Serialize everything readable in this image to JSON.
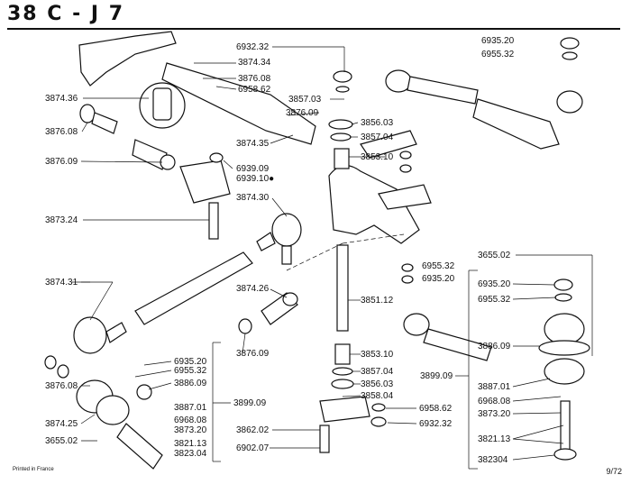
{
  "header": {
    "title": "38 C - J 7",
    "page_number": "9/72",
    "printed": "Printed in France"
  },
  "labels": [
    "6932.32",
    "3874.34",
    "3876.08",
    "6958.62",
    "3857.03",
    "3876.09",
    "3874.36",
    "3876.08",
    "3856.03",
    "3857.04",
    "3874.35",
    "3853.10",
    "3876.09",
    "6939.09",
    "6939.10●",
    "3874.30",
    "3873.24",
    "6935.20",
    "6955.32",
    "6955.32",
    "6935.20",
    "3874.31",
    "3874.26",
    "3851.12",
    "3655.02",
    "6935.20",
    "6955.32",
    "3886.09",
    "3876.09",
    "3853.10",
    "6935.20",
    "6955.32",
    "3857.04",
    "3899.09",
    "3876.08",
    "3886.09",
    "3856.03",
    "3858.04",
    "3887.01",
    "3887.01",
    "3899.09",
    "6968.08",
    "6968.08",
    "3874.25",
    "3873.20",
    "6958.62",
    "3873.20",
    "3862.02",
    "6932.32",
    "3655.02",
    "3821.13",
    "3821.13",
    "3823.04",
    "6902.07",
    "382304"
  ]
}
